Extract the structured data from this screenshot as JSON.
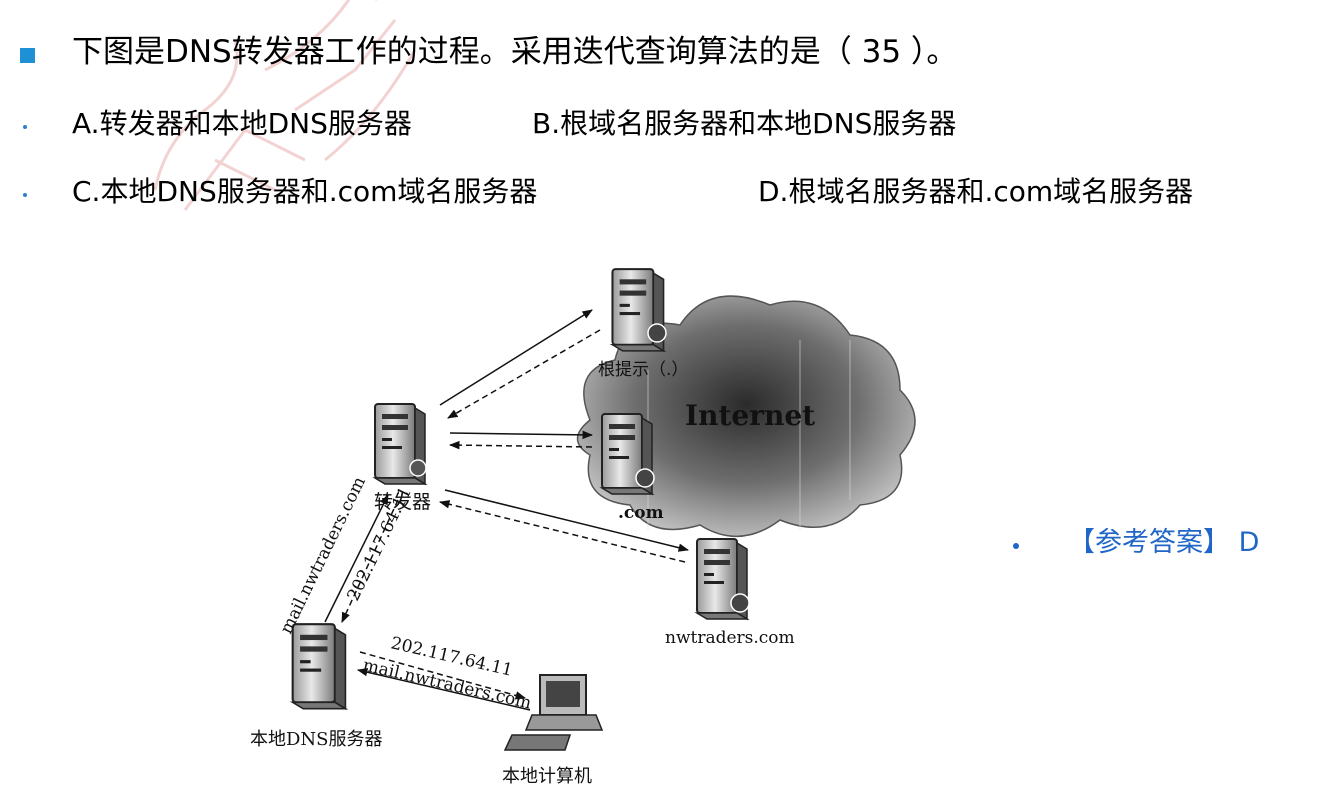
{
  "question": "下图是DNS转发器工作的过程。采用迭代查询算法的是（ 35 ）。",
  "options": {
    "a": "A.转发器和本地DNS服务器",
    "b": "B.根域名服务器和本地DNS服务器",
    "c": "C.本地DNS服务器和.com域名服务器",
    "d": "D.根域名服务器和.com域名服务器"
  },
  "answer": "【参考答案】 D",
  "diagram": {
    "root_label": "根提示（.）",
    "internet_label": "Internet",
    "com_label": ".com",
    "forwarder_label": "转发器",
    "nwtraders_label": "nwtraders.com",
    "local_dns_label": "本地DNS服务器",
    "local_pc_label": "本地计算机",
    "query_name": "mail.nwtraders.com",
    "query_name_2": "mail.nwtraders.com",
    "answer_ip": "202.117.64.11",
    "answer_ip_2": "202.117.64.11"
  },
  "colors": {
    "bullet": "#1f8fd6",
    "answer": "#1f66c7",
    "watermark": "#e8a0a0"
  }
}
